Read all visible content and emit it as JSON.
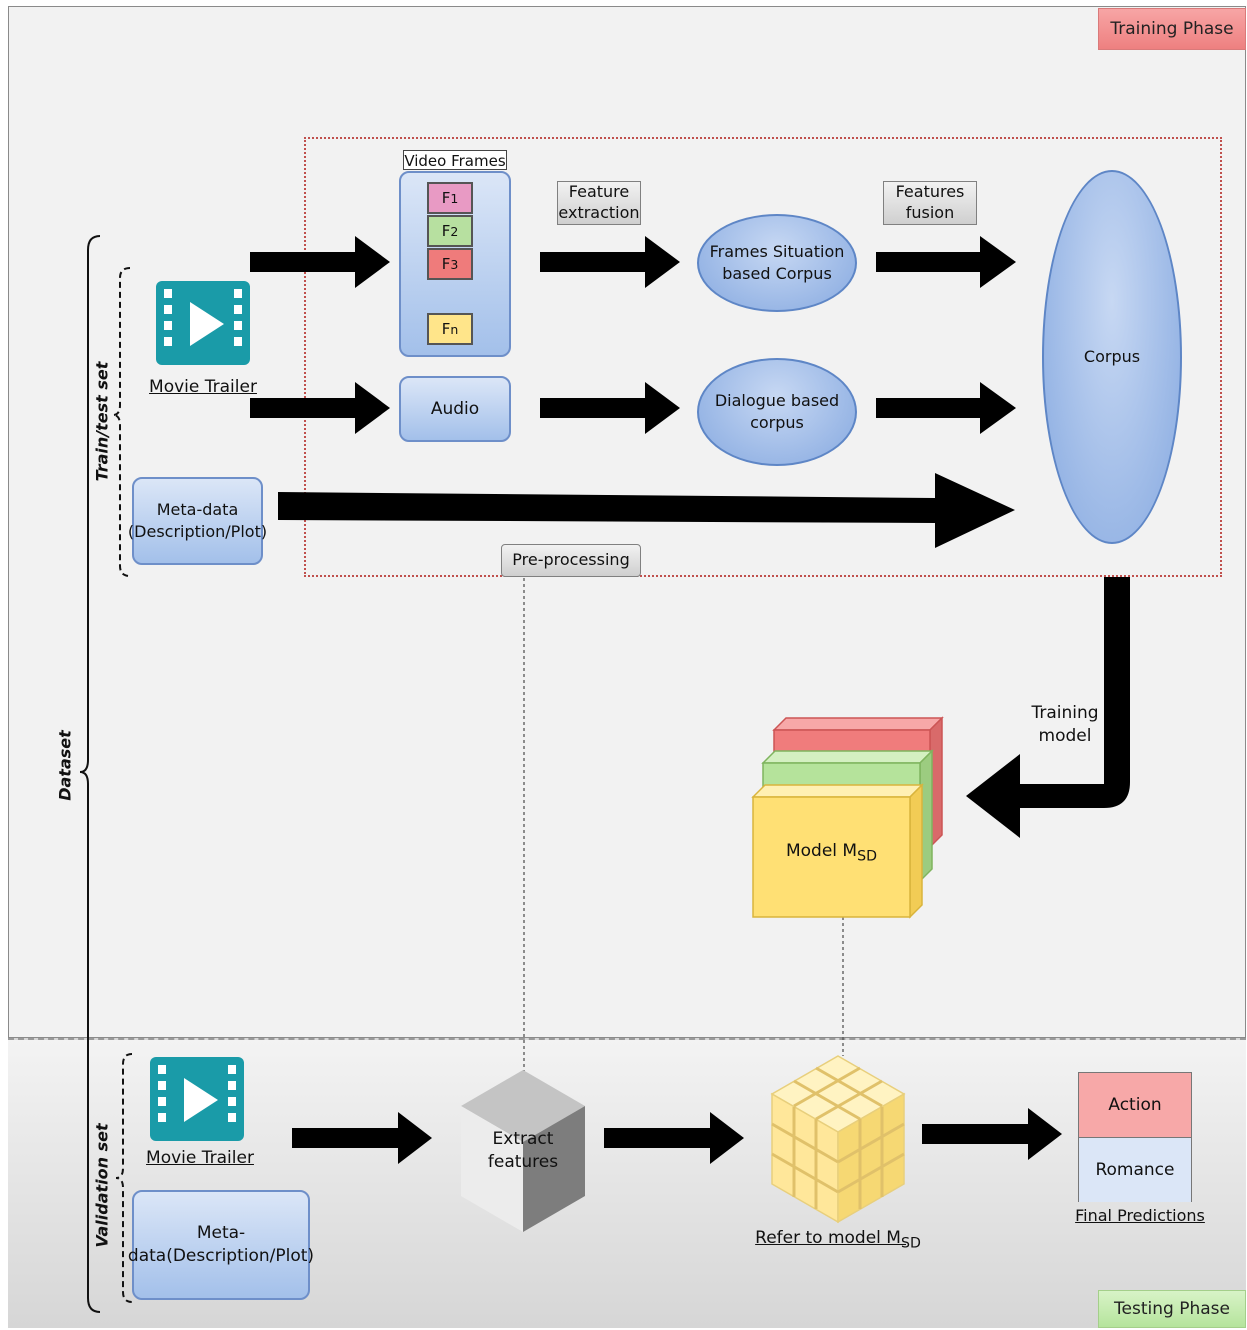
{
  "phases": {
    "training": "Training Phase",
    "testing": "Testing Phase"
  },
  "braces": {
    "dataset": "Dataset",
    "train_test": "Train/test set",
    "validation": "Validation set"
  },
  "training": {
    "video_frames_label": "Video Frames",
    "frames": [
      {
        "base": "F",
        "sub": "1",
        "color": "#e89ac4"
      },
      {
        "base": "F",
        "sub": "2",
        "color": "#b7e0a0"
      },
      {
        "base": "F",
        "sub": "3",
        "color": "#ef7b7b"
      },
      {
        "base": "F",
        "sub": "n",
        "color": "#ffe58a"
      }
    ],
    "movie_trailer": "Movie Trailer",
    "audio": "Audio",
    "meta_data": "Meta-data (Description/Plot)",
    "feature_extraction": "Feature extraction",
    "features_fusion": "Features fusion",
    "frames_corpus": "Frames Situation based Corpus",
    "dialogue_corpus": "Dialogue based corpus",
    "corpus": "Corpus",
    "pre_processing": "Pre-processing",
    "training_model": "Training model",
    "model": {
      "base": "Model M",
      "sub": "SD"
    }
  },
  "testing": {
    "movie_trailer": "Movie Trailer",
    "meta_data": "Meta-data(Description/Plot)",
    "extract_features": "Extract features",
    "refer_model": {
      "base": "Refer to model M",
      "sub": "SD"
    },
    "action": "Action",
    "romance": "Romance",
    "final_predictions": "Final Predictions"
  },
  "colors": {
    "training_phase": "#ef8a8a",
    "testing_phase": "#c4eaa9",
    "blue_box": "#a3c0ea",
    "model_red": "#f07c7c",
    "model_green": "#b5e39b",
    "model_yellow": "#ffe074",
    "video_icon": "#1a9ba8"
  }
}
